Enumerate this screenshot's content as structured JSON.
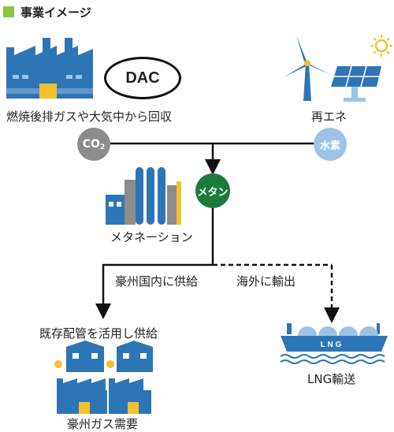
{
  "section_title": "事業イメージ",
  "colors": {
    "legend": "#8cc63f",
    "co2": "#8c8c8c",
    "hydrogen": "#9dc3e6",
    "methane": "#1e7a3c",
    "factory_blue": "#2e75b6",
    "accent_yellow": "#f2c12e"
  },
  "nodes": {
    "capture_label": "燃焼後排ガスや大気中から回収",
    "dac_label": "DAC",
    "renewable_label": "再エネ",
    "co2_label": "CO",
    "co2_sub": "2",
    "hydrogen_label": "水素",
    "methane_label": "メタン",
    "methanation_label": "メタネーション",
    "domestic_label": "豪州国内に供給",
    "export_label": "海外に輸出",
    "existing_label": "既存配管を活用し供給",
    "demand_label": "豪州ガス需要",
    "lng_transport_label": "LNG輸送",
    "ship_text": "L N G"
  }
}
